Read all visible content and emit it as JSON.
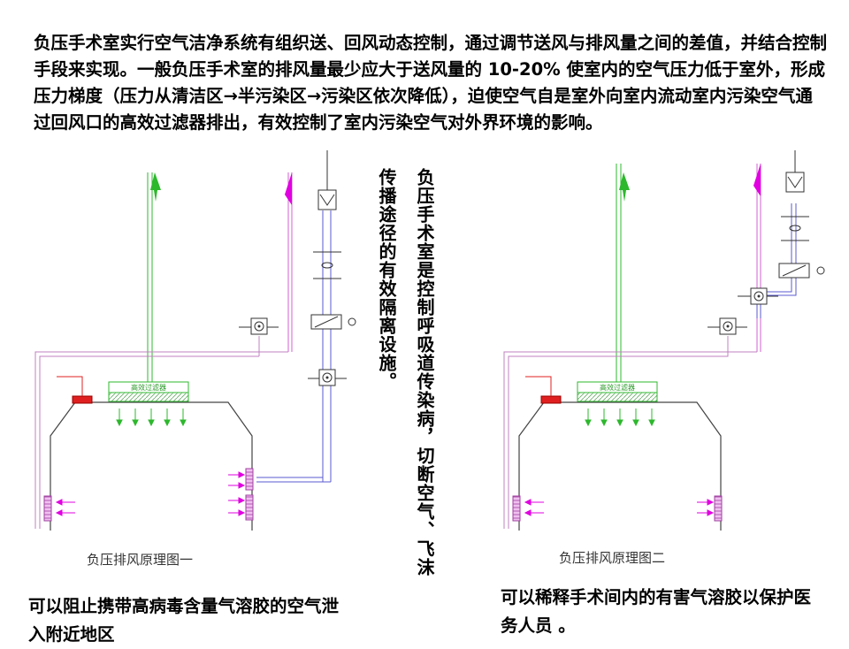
{
  "intro_text": "负压手术室实行空气洁净系统有组织送、回风动态控制，通过调节送风与排风量之间的差值，并结合控制手段来实现。一般负压手术室的排风量最少应大于送风量的 10-20% 使室内的空气压力低于室外，形成压力梯度（压力从清洁区→半污染区→污染区依次降低），迫使空气自是室外向室内流动室内污染空气通过回风口的高效过滤器排出，有效控制了室内污染空气对外界环境的影响。",
  "vertical_text_right": "负压手术室是控制呼吸道传染病，切断空气、飞沫",
  "vertical_text_left": "传播途径的有效隔离设施。",
  "diagram1": {
    "caption": "负压排风原理图一",
    "filter_label": "高效过滤器"
  },
  "diagram2": {
    "caption": "负压排风原理图二",
    "filter_label": "高效过滤器"
  },
  "bottom_left_text": "可以阻止携带高病毒含量气溶胶的空气泄入附近地区",
  "bottom_right_text": "可以稀释手术间内的有害气溶胶以保护医务人员 。",
  "colors": {
    "supply": "#2db82d",
    "exhaust": "#e000e0",
    "duct": "#c080c0",
    "grill": "#d060d0",
    "red": "#e02020"
  }
}
